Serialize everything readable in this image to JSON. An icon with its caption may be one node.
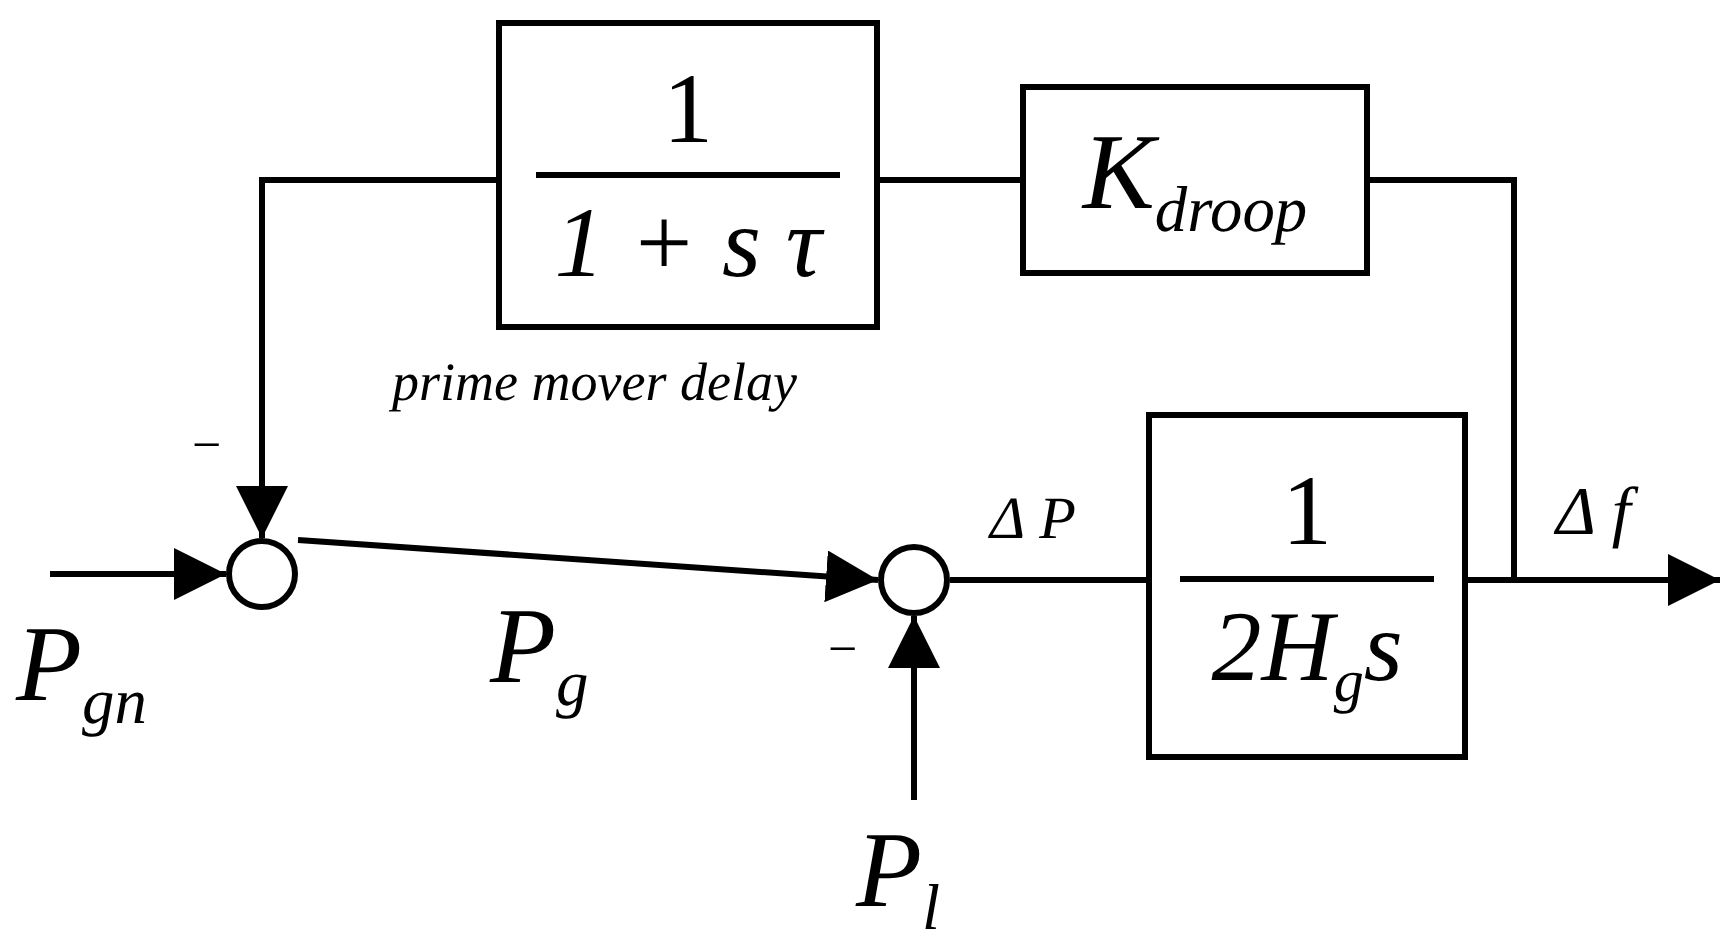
{
  "diagram": {
    "nodes": [
      {
        "text": [],
        "shape": "circle"
      },
      {
        "text": [],
        "shape": "circle"
      },
      {
        "text": [
          "1",
          "1 + s τ"
        ],
        "beside": [
          "prime mover delay"
        ]
      },
      {
        "text": [
          "K$_{droop}$"
        ]
      },
      {
        "text": [
          "1",
          "2H$_{g}$s"
        ]
      }
    ],
    "edges": [
      {
        "from": null,
        "to": 0,
        "arrow": "to",
        "label": "P$_{g}$$_{n}$"
      },
      {
        "from": 0,
        "to": 1,
        "arrow": "to",
        "label": "P$_{g}$"
      },
      {
        "from": null,
        "to": 1,
        "arrow": "to",
        "label": "P$_{l}$"
      },
      {
        "from": 1,
        "to": 4,
        "arrow": "none",
        "label": "Δ P"
      },
      {
        "from": 4,
        "to": null,
        "arrow": "to",
        "label": "Δ f"
      },
      {
        "from": 4,
        "to": 3,
        "arrow": "none"
      },
      {
        "from": 3,
        "to": 2,
        "arrow": "none"
      },
      {
        "from": 2,
        "to": 0,
        "arrow": "to"
      }
    ],
    "labels": [
      "−",
      "−"
    ]
  }
}
